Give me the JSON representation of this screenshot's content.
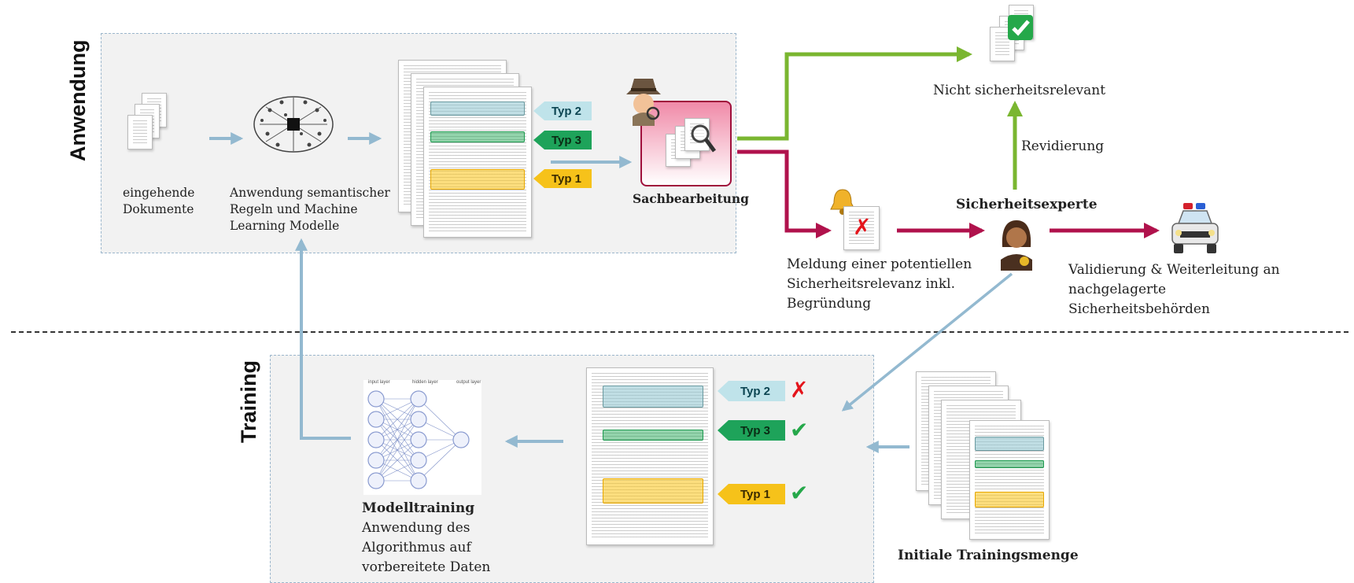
{
  "sections": {
    "application_label": "Anwendung",
    "training_label": "Training"
  },
  "nodes": {
    "incoming_docs": "eingehende\nDokumente",
    "semantic_rules": "Anwendung semantischer\nRegeln und Machine\nLearning Modelle",
    "case_processing": "Sachbearbeitung",
    "not_security_relevant": "Nicht sicherheitsrelevant",
    "revision": "Revidierung",
    "security_expert": "Sicherheitsexperte",
    "report_text": "Meldung einer potentiellen\nSicherheitsrelevanz inkl.\nBegründung",
    "validation_text": "Validierung & Weiterleitung an\nnachgelagerte\nSicherheitsbehörden",
    "model_training_title": "Modelltraining",
    "model_training_desc": "Anwendung des\nAlgorithmus auf\nvorbereitete Daten",
    "initial_training_set": "Initiale Trainingsmenge",
    "nn_input_layer": "input layer",
    "nn_hidden_layer": "hidden layer",
    "nn_output_layer": "output layer"
  },
  "tags_top": [
    {
      "label": "Typ 2",
      "color": "blue"
    },
    {
      "label": "Typ 3",
      "color": "green"
    },
    {
      "label": "Typ 1",
      "color": "yellow"
    }
  ],
  "tags_bottom": [
    {
      "label": "Typ 2",
      "color": "blue",
      "mark": "✗"
    },
    {
      "label": "Typ 3",
      "color": "green",
      "mark": "✔"
    },
    {
      "label": "Typ 1",
      "color": "yellow",
      "mark": "✔"
    }
  ],
  "icons": {
    "incoming": "document-stack-icon",
    "brain": "brain-chip-icon",
    "detective": "detective-icon",
    "checked_docs": "checked-documents-icon",
    "bell": "alarm-bell-icon",
    "rejected_doc": "rejected-document-icon",
    "expert": "security-expert-icon",
    "police": "police-car-icon",
    "neural_net": "neural-network-icon"
  },
  "colors": {
    "arrow_blue": "#93b9d0",
    "arrow_green": "#7ab630",
    "arrow_red": "#b0124c",
    "cross_red": "#e4141b",
    "check_green": "#25a84a"
  }
}
